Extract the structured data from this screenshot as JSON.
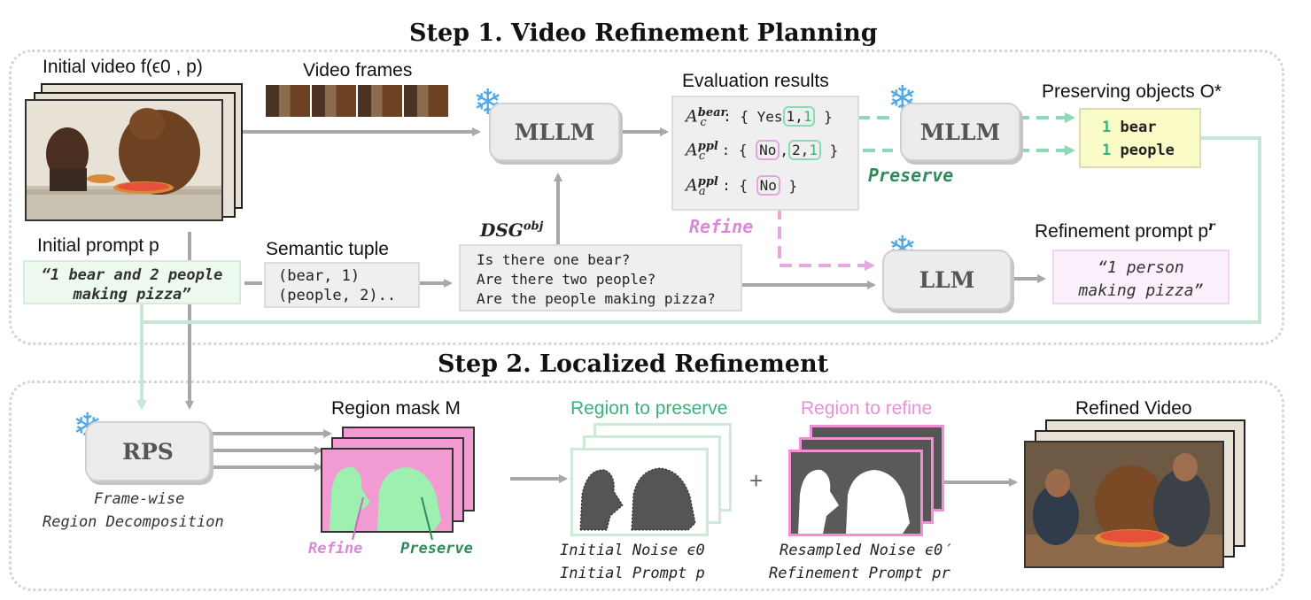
{
  "step1": {
    "title": "Step 1. Video Refinement Planning",
    "initial_video_label": "Initial video f(ϵ0 , p)",
    "video_frames_label": "Video frames",
    "mllm1": "MLLM",
    "mllm2": "MLLM",
    "llm": "LLM",
    "evaluation_label": "Evaluation results",
    "eval_rows": [
      {
        "key": "A",
        "sup": "bear",
        "sub": "c",
        "vals": [
          "Yes",
          "1",
          "1"
        ]
      },
      {
        "key": "A",
        "sup": "ppl",
        "sub": "c",
        "vals": [
          "No",
          "2",
          "1"
        ]
      },
      {
        "key": "A",
        "sup": "ppl",
        "sub": "a",
        "vals": [
          "No"
        ]
      }
    ],
    "preserve_label": "Preserve",
    "refine_label": "Refine",
    "preserving_objects_label": "Preserving objects O*",
    "preserving_objects": [
      {
        "count": "1",
        "name": "bear"
      },
      {
        "count": "1",
        "name": "people"
      }
    ],
    "initial_prompt_label": "Initial prompt p",
    "initial_prompt": "“1 bear and 2 people making pizza”",
    "semantic_tuple_label": "Semantic tuple",
    "semantic_tuples": [
      "(bear, 1)",
      "(people, 2).."
    ],
    "dsg_label": "DSG",
    "dsg_sup": "obj",
    "dsg_questions": [
      "Is there one bear?",
      "Are there two people?",
      "Are the people making pizza?"
    ],
    "refinement_prompt_label": "Refinement prompt p",
    "refinement_prompt_sup": "r",
    "refinement_prompt": "“1 person making pizza”"
  },
  "step2": {
    "title": "Step 2. Localized Refinement",
    "rps": "RPS",
    "rps_caption": [
      "Frame-wise",
      "Region Decomposition"
    ],
    "region_mask_label": "Region mask M",
    "mask_refine": "Refine",
    "mask_preserve": "Preserve",
    "region_preserve_label": "Region to preserve",
    "region_refine_label": "Region to refine",
    "plus": "+",
    "preserve_caption": [
      "Initial Noise ϵ0",
      "Initial Prompt p"
    ],
    "refine_caption": [
      "Resampled Noise ϵ0′",
      "Refinement Prompt pr"
    ],
    "refined_video_label": "Refined Video"
  },
  "colors": {
    "green": "#3bb27a",
    "green_light": "#8ed9b4",
    "pink": "#e98fdc",
    "pink_fill": "#f29ad2",
    "gray_arrow": "#a8a8a8",
    "yellow": "#fbfbc8"
  }
}
